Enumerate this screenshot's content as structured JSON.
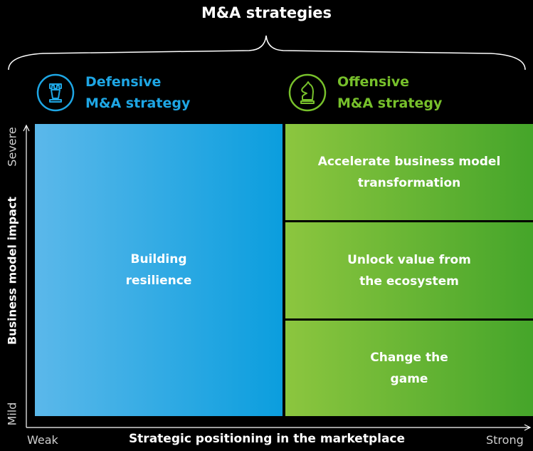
{
  "title": "M&A strategies",
  "defensive": {
    "label_line1": "Defensive",
    "label_line2": "M&A strategy",
    "icon": "chess-rook-icon",
    "color": "#1ea6e4",
    "cell": {
      "line1": "Building",
      "line2": "resilience"
    }
  },
  "offensive": {
    "label_line1": "Offensive",
    "label_line2": "M&A strategy",
    "icon": "chess-knight-icon",
    "color": "#77c02b",
    "cells": [
      {
        "line1": "Accelerate business model",
        "line2": "transformation"
      },
      {
        "line1": "Unlock value from",
        "line2": "the ecosystem"
      },
      {
        "line1": "Change the",
        "line2": "game"
      }
    ]
  },
  "y_axis": {
    "title": "Business model impact",
    "high": "Severe",
    "low": "Mild"
  },
  "x_axis": {
    "title": "Strategic positioning in the marketplace",
    "low": "Weak",
    "high": "Strong"
  }
}
